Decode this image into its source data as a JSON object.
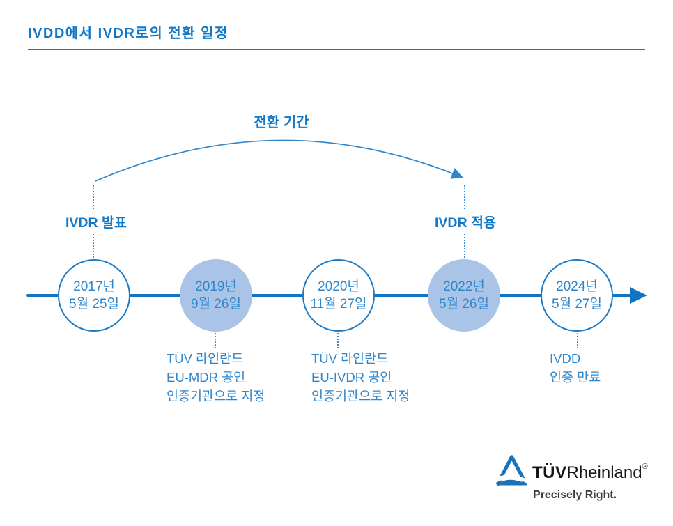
{
  "header": {
    "title": "IVDD에서 IVDR로의 전환 일정"
  },
  "timeline": {
    "arc_label": "전환 기간",
    "start_label": "IVDR 발표",
    "end_label": "IVDR 적용",
    "events": [
      {
        "year": "2017년",
        "day": "5월 25일",
        "style": "outlined"
      },
      {
        "year": "2019년",
        "day": "9월 26일",
        "style": "filled"
      },
      {
        "year": "2020년",
        "day": "11월 27일",
        "style": "outlined"
      },
      {
        "year": "2022년",
        "day": "5월 26일",
        "style": "filled"
      },
      {
        "year": "2024년",
        "day": "5월 27일",
        "style": "outlined"
      }
    ],
    "notes": [
      {
        "lines": [
          "TÜV 라인란드",
          "EU-MDR 공인",
          "인증기관으로 지정"
        ]
      },
      {
        "lines": [
          "TÜV 라인란드",
          "EU-IVDR 공인",
          "인증기관으로 지정"
        ]
      },
      {
        "lines": [
          "IVDD",
          "인증 만료"
        ]
      }
    ]
  },
  "logo": {
    "brand_bold": "TÜV",
    "brand_regular": "Rheinland",
    "registered_mark": "®",
    "tagline": "Precisely Right."
  },
  "colors": {
    "brand_blue": "#0f78c8",
    "axis_blue": "#1274c4",
    "text_blue": "#2e86cc",
    "circle_fill_light": "#a9c4e6",
    "logo_blue": "#1a72b8"
  }
}
